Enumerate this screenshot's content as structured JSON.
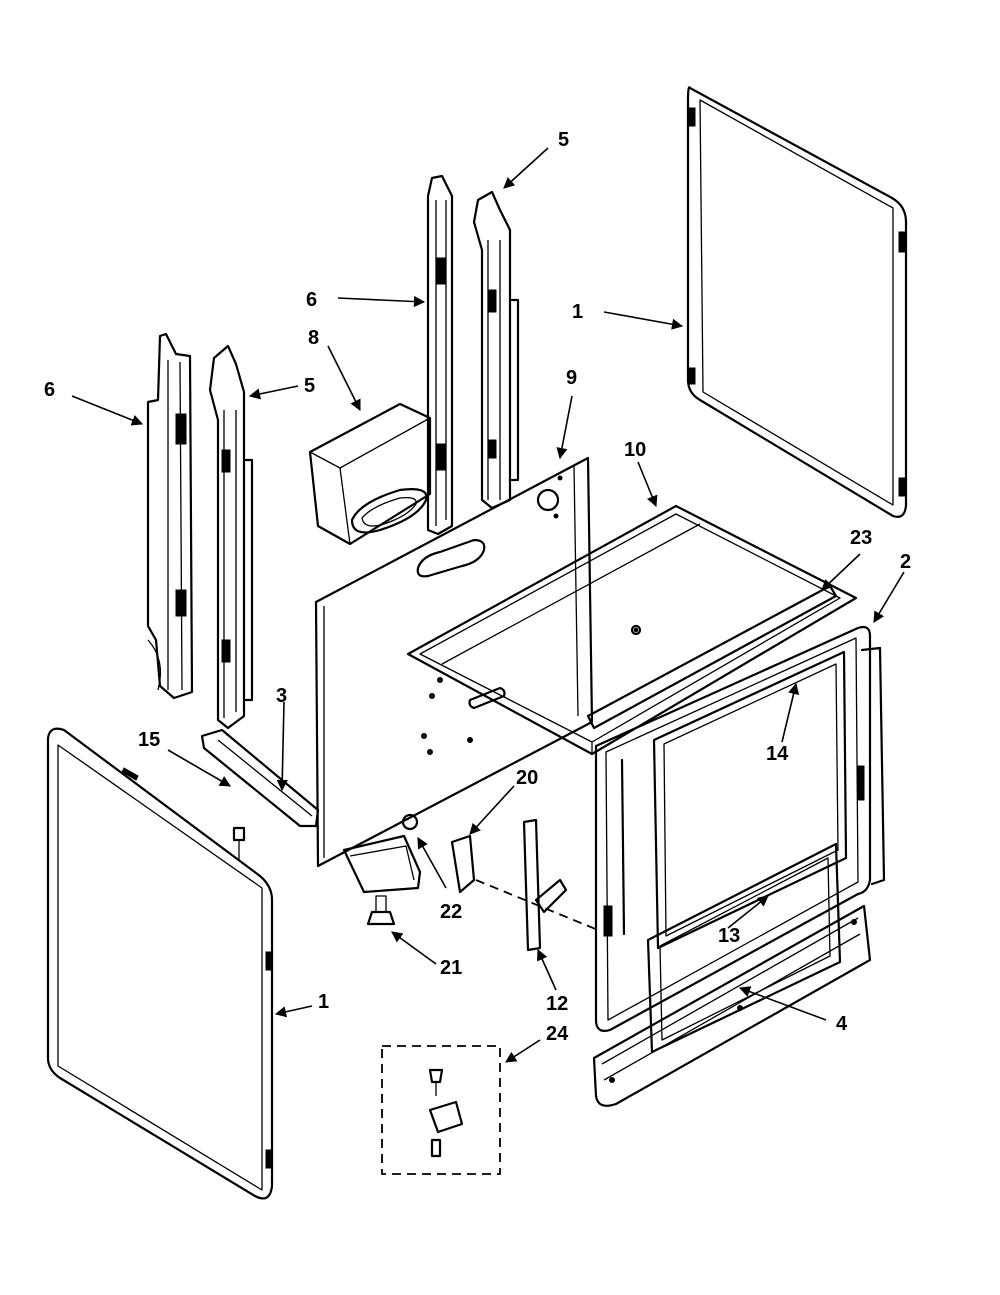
{
  "callouts": {
    "c1_top": "1",
    "c1_bottom": "1",
    "c2": "2",
    "c3": "3",
    "c4": "4",
    "c5_top": "5",
    "c5_left": "5",
    "c6_left": "6",
    "c6_center": "6",
    "c8": "8",
    "c9": "9",
    "c10": "10",
    "c12": "12",
    "c13": "13",
    "c14": "14",
    "c15": "15",
    "c20": "20",
    "c21": "21",
    "c22": "22",
    "c23": "23",
    "c24": "24"
  }
}
